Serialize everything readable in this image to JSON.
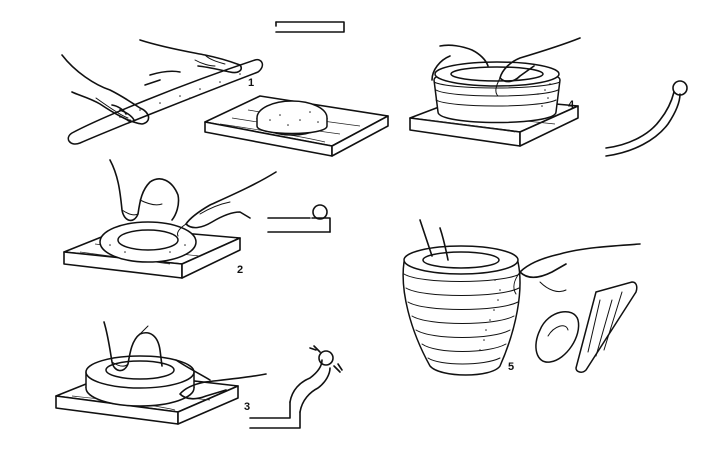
{
  "steps": [
    {
      "label": "1",
      "section": "cross-section-flat-coil"
    },
    {
      "label": "2",
      "section": "cross-section-coil-on-base"
    },
    {
      "label": "3",
      "section": "cross-section-pinched-wall"
    },
    {
      "label": "4",
      "section": "cross-section-curved-wall"
    },
    {
      "label": "5",
      "section": "finished-coil-pot"
    }
  ]
}
